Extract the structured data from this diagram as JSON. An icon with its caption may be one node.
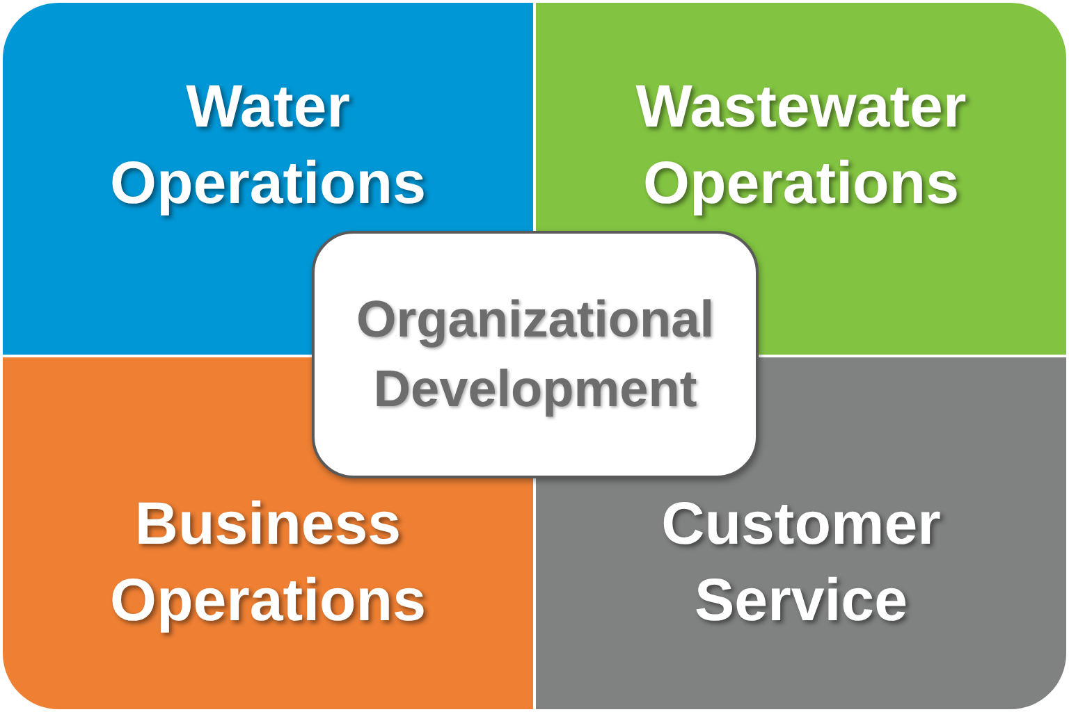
{
  "diagram": {
    "nodes": [
      {
        "text": [
          "Water Operations"
        ]
      },
      {
        "text": [
          "Wastewater Operations"
        ]
      },
      {
        "text": [
          "Organizational Development"
        ]
      },
      {
        "text": [
          "Business Operations"
        ]
      },
      {
        "text": [
          "Customer Service"
        ]
      }
    ]
  }
}
